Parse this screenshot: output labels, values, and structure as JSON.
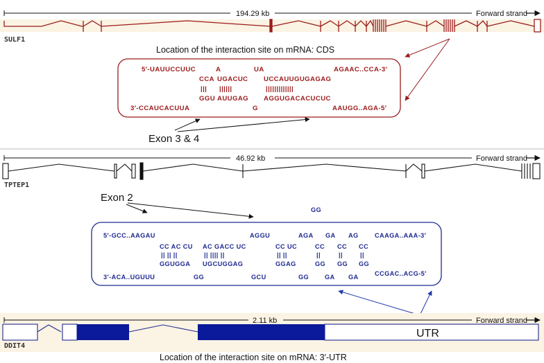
{
  "colors": {
    "sulf1_accent": "#9b1b1b",
    "ddit4_accent": "#0a1a9a",
    "track_bg_sulf1": "#fbf3e3",
    "track_bg_ddit4": "#fbf3e3",
    "neutral_line": "#111111"
  },
  "sulf1": {
    "gene_name": "SULF1",
    "scale_label": "194.29 kb",
    "strand_label": "Forward strand",
    "caption": "Location of the interaction site on mRNA: CDS",
    "duplex": {
      "top_unpaired": [
        "5′-UAUUCCUUC",
        "A",
        "UA",
        "AGAAC..CCA-3′"
      ],
      "top_paired": [
        "CCA",
        "UGACUC",
        "UCCAUUGUGAGAG"
      ],
      "bonds": [
        "|||",
        "||||||",
        "|||||||||||||"
      ],
      "bottom_paired": [
        "GGU",
        "AUUGAG",
        "AGGUGACACUCUC"
      ],
      "bottom_unpaired": [
        "3′-CCAUCACUUA",
        "G",
        "AAUGG..AGA-5′"
      ]
    },
    "exon_label": "Exon 3 & 4"
  },
  "tptep1": {
    "gene_name": "TPTEP1",
    "scale_label": "46.92 kb",
    "strand_label": "Forward strand",
    "exon_label": "Exon 2",
    "duplex": {
      "bulge_top": "GG",
      "top_unpaired": [
        "5′-GCC..AAGAU",
        "AGGU",
        "AGA",
        "GA",
        "AG",
        "CAAGA..AAA-3′"
      ],
      "top_paired": [
        "CC AC CU",
        "AC GACC UC",
        "CC UC",
        "CC",
        "CC",
        "CC"
      ],
      "bonds": [
        "|| || ||",
        "|| |||| ||",
        "|| ||",
        "||",
        "||",
        "||"
      ],
      "bottom_paired": [
        "GGUGGA",
        "UGCUGGAG",
        "GGAG",
        "GG",
        "GG",
        "GG"
      ],
      "bottom_unpaired": [
        "3′-ACA..UGUUU",
        "GG",
        "GCU",
        "GG",
        "GA",
        "GA",
        "CCGAC..ACG-5′"
      ]
    }
  },
  "ddit4": {
    "gene_name": "DDIT4",
    "scale_label": "2.11 kb",
    "strand_label": "Forward strand",
    "utr_label": "UTR",
    "caption": "Location of the interaction site on mRNA: 3′-UTR"
  }
}
